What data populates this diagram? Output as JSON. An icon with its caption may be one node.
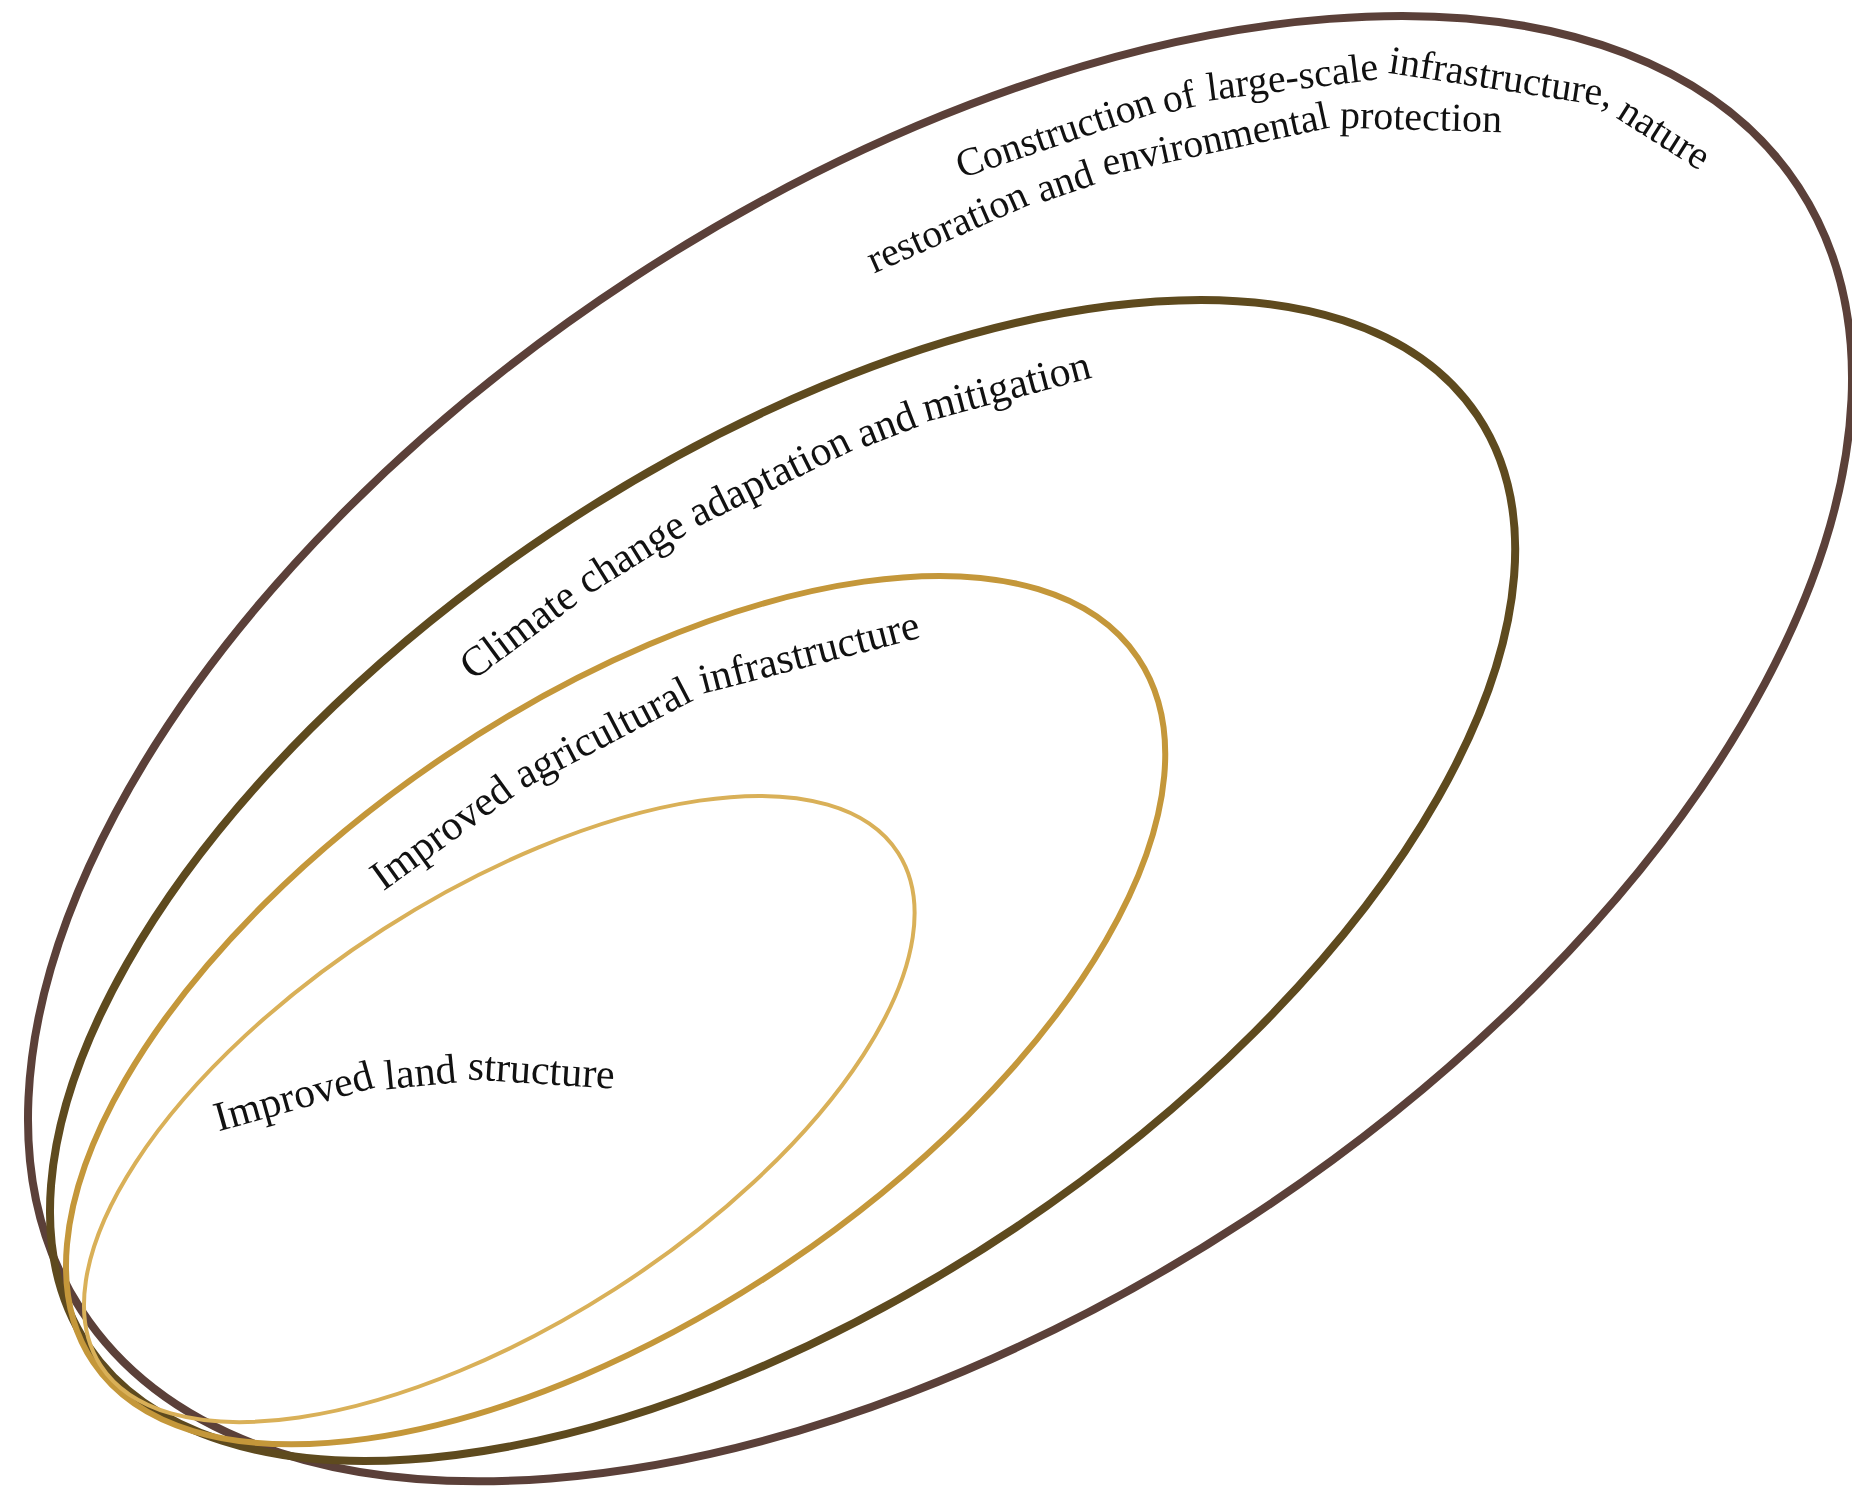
{
  "diagram": {
    "nodes": [
      {
        "text": [
          "Construction of large-scale infrastructure, nature restoration and environmental protection"
        ]
      },
      {
        "text": [
          "Climate change adaptation and mitigation"
        ],
        "in": 0
      },
      {
        "text": [
          "Improved agricultural infrastructure"
        ],
        "in": 1
      },
      {
        "text": [
          "Improved land structure"
        ],
        "in": 2
      }
    ]
  }
}
